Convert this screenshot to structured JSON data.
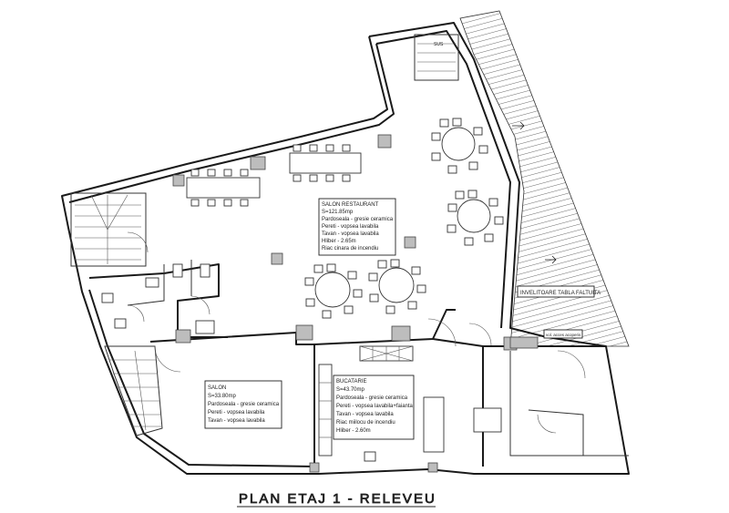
{
  "plan": {
    "title": "PLAN ETAJ 1 - RELEVEU"
  },
  "rooms": {
    "salon_restaurant": {
      "lines": [
        "SALON RESTAURANT",
        "S=121.85mp",
        "Pardoseala - gresie ceramica",
        "Pereti - vopsea lavabila",
        "Tavan - vopsea lavabila",
        "Hliber - 2.65m",
        "Riac cinara de incendiu"
      ]
    },
    "salon": {
      "lines": [
        "SALON",
        "S=33.80mp",
        "Pardoseala - gresie ceramica",
        "Pereti - vopsea lavabila",
        "Tavan - vopsea lavabila"
      ]
    },
    "bucatarie": {
      "lines": [
        "BUCATARIE",
        "S=43.70mp",
        "Pardoseala - gresie ceramica",
        "Pereti - vopsea lavabila+faianta",
        "Tavan - vopsea lavabila",
        "Riac miilocu de incendiu",
        "Hliber - 2.60m"
      ]
    }
  },
  "labels": {
    "roof": "INVELITOARE TABLA FALTUITA",
    "top_stair": "SUS",
    "small_label": "vol. acces acoperis"
  }
}
